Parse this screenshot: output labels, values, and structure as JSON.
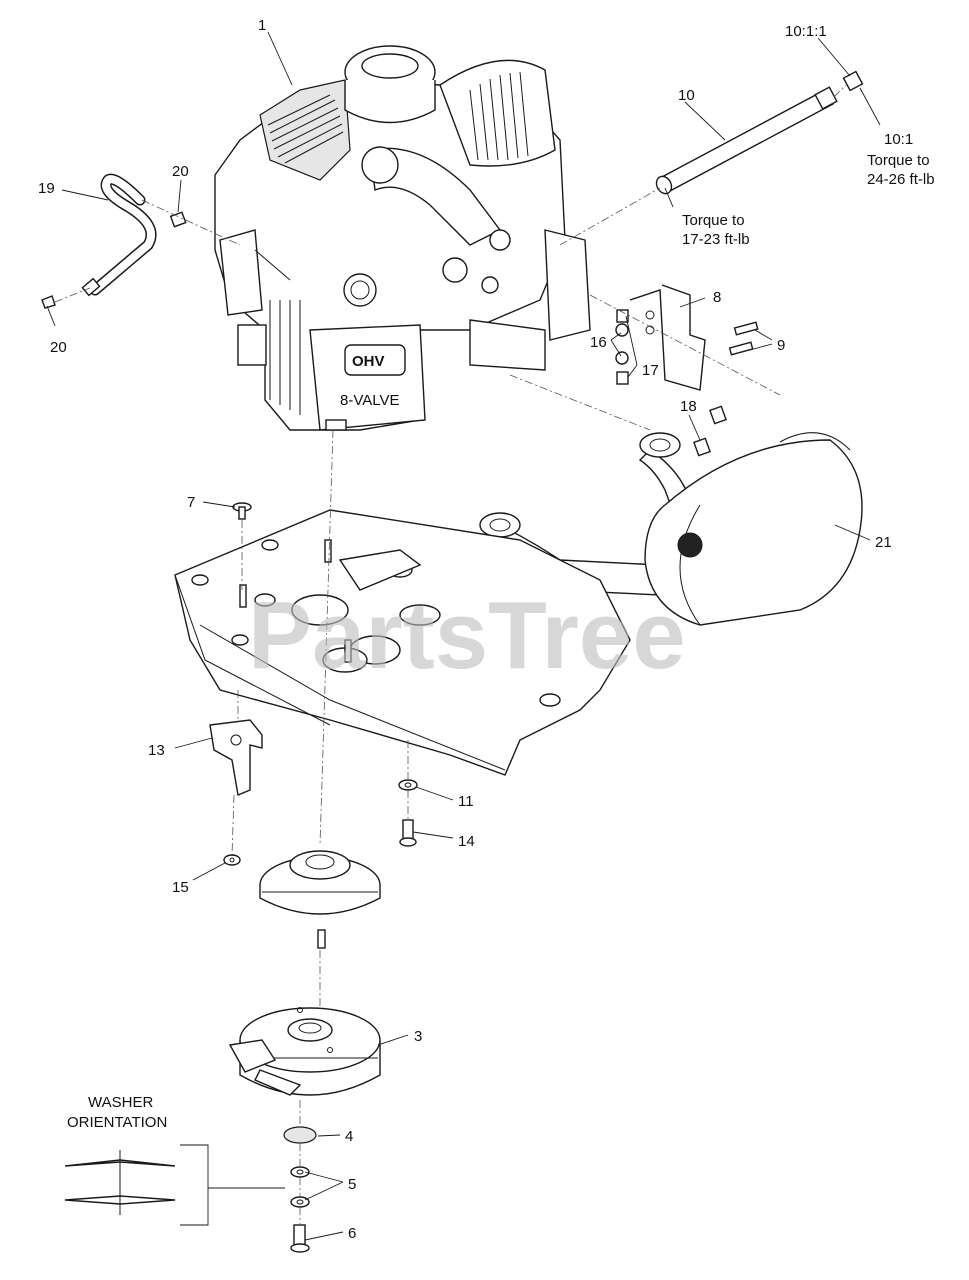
{
  "watermark": "PartsTree",
  "callouts": {
    "c1": "1",
    "c3": "3",
    "c4": "4",
    "c5": "5",
    "c6": "6",
    "c7": "7",
    "c8": "8",
    "c9": "9",
    "c10": "10",
    "c11": "11",
    "c13": "13",
    "c14": "14",
    "c15": "15",
    "c16": "16",
    "c17": "17",
    "c18": "18",
    "c19": "19",
    "c20a": "20",
    "c20b": "20",
    "c21": "21",
    "c10_1": "10:1",
    "c10_1_1": "10:1:1"
  },
  "notes": {
    "torque_a_line1": "Torque to",
    "torque_a_line2": "17-23 ft-lb",
    "torque_b_line1": "Torque to",
    "torque_b_line2": "24-26 ft-lb",
    "washer_line1": "WASHER",
    "washer_line2": "ORIENTATION"
  },
  "engine_badges": {
    "ohv": "OHV",
    "valve": "8-VALVE"
  }
}
